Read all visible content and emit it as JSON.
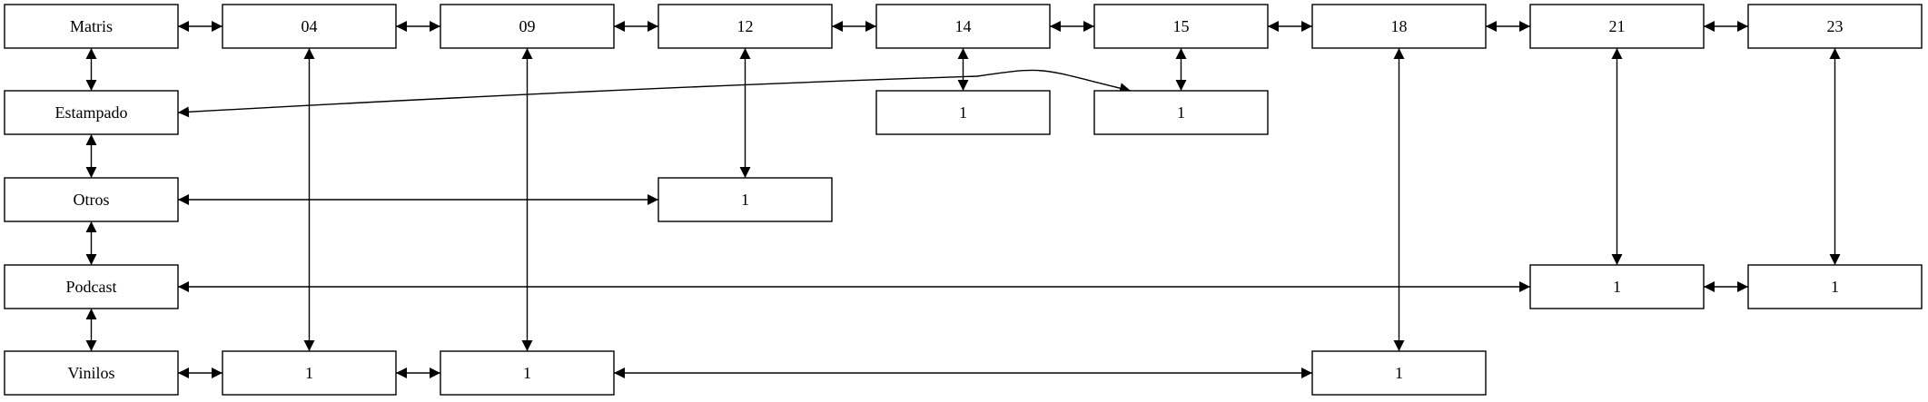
{
  "diagram": {
    "nodes": [
      {
        "id": "matris",
        "label": "Matris"
      },
      {
        "id": "c04",
        "label": "04"
      },
      {
        "id": "c09",
        "label": "09"
      },
      {
        "id": "c12",
        "label": "12"
      },
      {
        "id": "c14",
        "label": "14"
      },
      {
        "id": "c15",
        "label": "15"
      },
      {
        "id": "c18",
        "label": "18"
      },
      {
        "id": "c21",
        "label": "21"
      },
      {
        "id": "c23",
        "label": "23"
      },
      {
        "id": "estampado",
        "label": "Estampado"
      },
      {
        "id": "n14",
        "label": "1"
      },
      {
        "id": "n15",
        "label": "1"
      },
      {
        "id": "otros",
        "label": "Otros"
      },
      {
        "id": "n12",
        "label": "1"
      },
      {
        "id": "podcast",
        "label": "Podcast"
      },
      {
        "id": "n21",
        "label": "1"
      },
      {
        "id": "n23",
        "label": "1"
      },
      {
        "id": "vinilos",
        "label": "Vinilos"
      },
      {
        "id": "n04",
        "label": "1"
      },
      {
        "id": "n09",
        "label": "1"
      },
      {
        "id": "n18",
        "label": "1"
      }
    ],
    "edges": [
      {
        "from": "matris",
        "to": "c04"
      },
      {
        "from": "c04",
        "to": "c09"
      },
      {
        "from": "c09",
        "to": "c12"
      },
      {
        "from": "c12",
        "to": "c14"
      },
      {
        "from": "c14",
        "to": "c15"
      },
      {
        "from": "c15",
        "to": "c18"
      },
      {
        "from": "c18",
        "to": "c21"
      },
      {
        "from": "c21",
        "to": "c23"
      },
      {
        "from": "matris",
        "to": "estampado"
      },
      {
        "from": "estampado",
        "to": "otros"
      },
      {
        "from": "otros",
        "to": "podcast"
      },
      {
        "from": "podcast",
        "to": "vinilos"
      },
      {
        "from": "c04",
        "to": "n04"
      },
      {
        "from": "c09",
        "to": "n09"
      },
      {
        "from": "c12",
        "to": "n12"
      },
      {
        "from": "c14",
        "to": "n14"
      },
      {
        "from": "c15",
        "to": "n15"
      },
      {
        "from": "c18",
        "to": "n18"
      },
      {
        "from": "c21",
        "to": "n21"
      },
      {
        "from": "c23",
        "to": "n23"
      },
      {
        "from": "estampado",
        "to": "n15"
      },
      {
        "from": "otros",
        "to": "n12"
      },
      {
        "from": "podcast",
        "to": "n21"
      },
      {
        "from": "n21",
        "to": "n23"
      },
      {
        "from": "vinilos",
        "to": "n04"
      },
      {
        "from": "n04",
        "to": "n09"
      },
      {
        "from": "n09",
        "to": "n18"
      }
    ]
  }
}
